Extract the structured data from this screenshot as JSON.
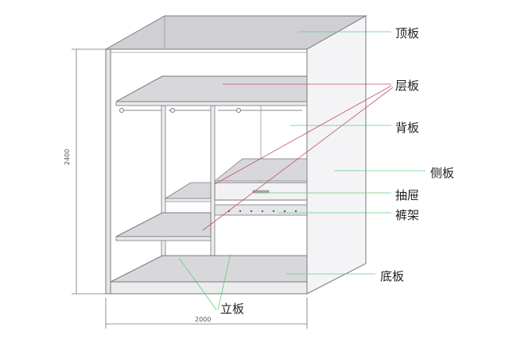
{
  "labels": {
    "top_panel": "顶板",
    "shelf": "层板",
    "back_panel": "背板",
    "side_panel": "侧板",
    "drawer": "抽屉",
    "trouser_rack": "裤架",
    "bottom_panel": "底板",
    "divider": "立板"
  },
  "dimensions": {
    "height": "2400",
    "width": "2000"
  },
  "colors": {
    "outline": "#7a7a7a",
    "panel_fill": "#d8d8dc",
    "top_fill": "#cfcfd4",
    "leader_green": "#5fcf7a",
    "leader_red": "#c0506a"
  }
}
